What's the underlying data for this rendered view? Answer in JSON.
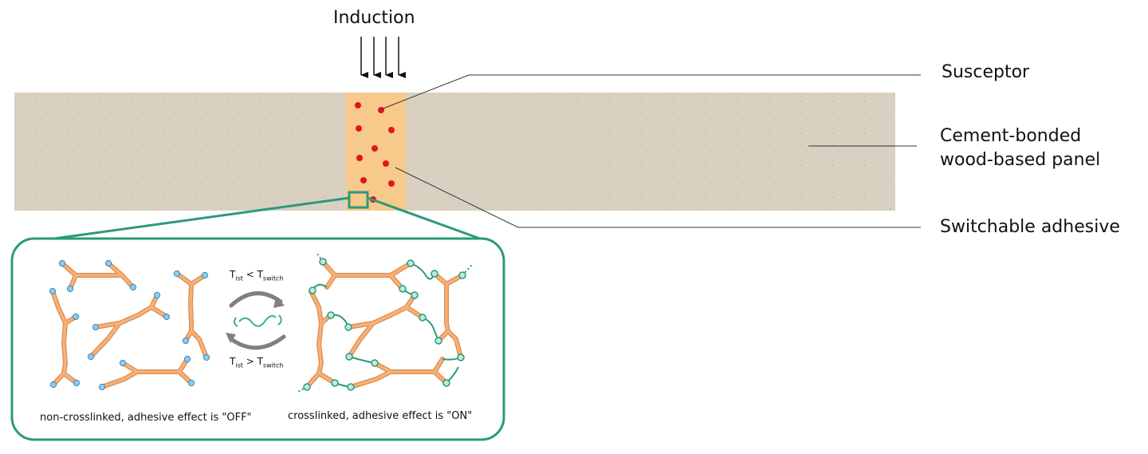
{
  "labels": {
    "induction": "Induction",
    "susceptor": "Susceptor",
    "panel_line1": "Cement-bonded",
    "panel_line2": "wood-based panel",
    "adhesive": "Switchable adhesive"
  },
  "inset": {
    "cond_top": {
      "T": "T",
      "sub1": "ist",
      "op": " < ",
      "T2": "T",
      "sub2": "switch"
    },
    "cond_bottom": {
      "T": "T",
      "sub1": "ist",
      "op": " > ",
      "T2": "T",
      "sub2": "switch"
    },
    "caption_off": "non-crosslinked, adhesive effect is \"OFF\"",
    "caption_on": "crosslinked, adhesive effect is \"ON\""
  },
  "colors": {
    "panel": "#d8cfc0",
    "adhesive": "#f7c98a",
    "susceptor": "#e0141e",
    "inset_border": "#2a9a7a",
    "polymer": "#f4b27a",
    "polymer_stroke": "#e08a4a",
    "endgroup": "#8ecbef",
    "switch": "#39b08f"
  }
}
